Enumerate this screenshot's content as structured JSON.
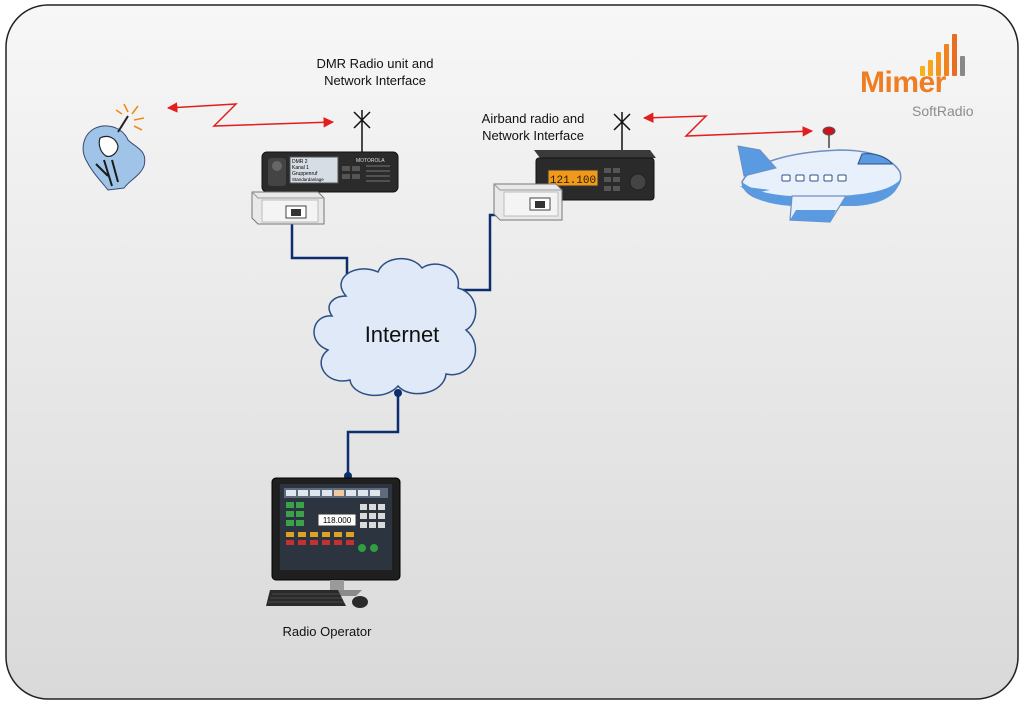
{
  "labels": {
    "dmr": "DMR Radio unit and\nNetwork Interface",
    "airband": "Airband radio and\nNetwork Interface",
    "internet": "Internet",
    "operator": "Radio Operator"
  },
  "logo": {
    "brand": "Mimer",
    "product": "SoftRadio",
    "brand_color": "#ef7d22",
    "product_color": "#8c8c8c"
  },
  "devices": {
    "dmr_radio_display_lines": [
      "DMR 2",
      "Kanal 1",
      "Gruppenruf",
      "Standardanlage"
    ],
    "dmr_radio_brand": "MOTOROLA",
    "airband_display": "121.100",
    "operator_screen_frequency": "118.000"
  },
  "colors": {
    "background_top": "#f7f7f7",
    "background_bottom": "#d9d9d9",
    "link_line": "#0c2e6e",
    "radio_link": "#e31e1e",
    "cloud_fill": "#dfe9f7",
    "cloud_stroke": "#2d4f86"
  }
}
